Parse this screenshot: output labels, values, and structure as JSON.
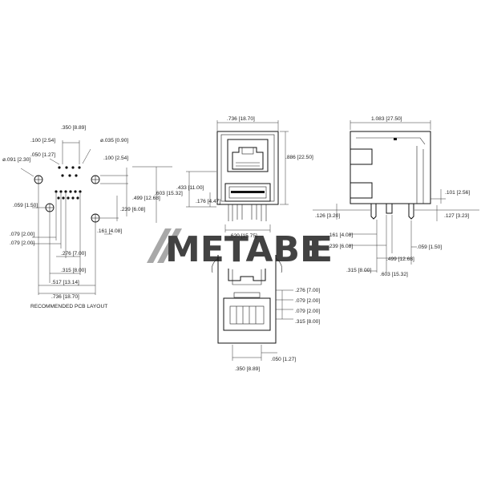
{
  "watermark": {
    "text_left": "METABE",
    "text_right": "E",
    "color_gray": "#9a9a9a",
    "color_accent": "#f3a33a"
  },
  "pcb_layout": {
    "caption": "RECOMMENDED PCB LAYOUT",
    "dims": {
      "d350": ".350 [8.89]",
      "d100a": ".100 [2.54]",
      "d050": ".050 [1.27]",
      "phi035": "ø.035 [0.90]",
      "phi091": "ø.091 [2.30]",
      "d100b": ".100 [2.54]",
      "d499": ".499 [12.68]",
      "d603": ".603 [15.32]",
      "d239": ".239 [6.08]",
      "d161": ".161 [4.08]",
      "d059": ".059 [1.50]",
      "d079a": ".079 [2.00]",
      "d079b": ".079 [2.00]",
      "d276": ".276 [7.00]",
      "d315": ".315 [8.00]",
      "d517": ".517 [13.14]",
      "d736": ".736 [18.70]"
    }
  },
  "front_view": {
    "dims": {
      "d736": ".736 [18.70]",
      "d886": ".886 [22.50]",
      "d433": ".433 [11.00]",
      "d176": ".176 [4.47]",
      "d620": ".620 [15.75]"
    }
  },
  "side_view": {
    "dims": {
      "d1083": "1.083 [27.50]",
      "d101": ".101 [2.56]",
      "d126": ".126 [3.20]",
      "d127": ".127 [3.23]",
      "d161": ".161 [4.08]",
      "d239": ".239 [6.08]",
      "d059": ".059 [1.50]",
      "d499": ".499 [12.68]",
      "d315": ".315 [8.00]",
      "d603": ".603 [15.32]"
    }
  },
  "bottom_view": {
    "dims": {
      "d276": ".276 [7.00]",
      "d079a": ".079 [2.00]",
      "d079b": ".079 [2.00]",
      "d315": ".315 [8.00]",
      "d350": ".350 [8.89]",
      "d050": ".050 [1.27]"
    }
  }
}
